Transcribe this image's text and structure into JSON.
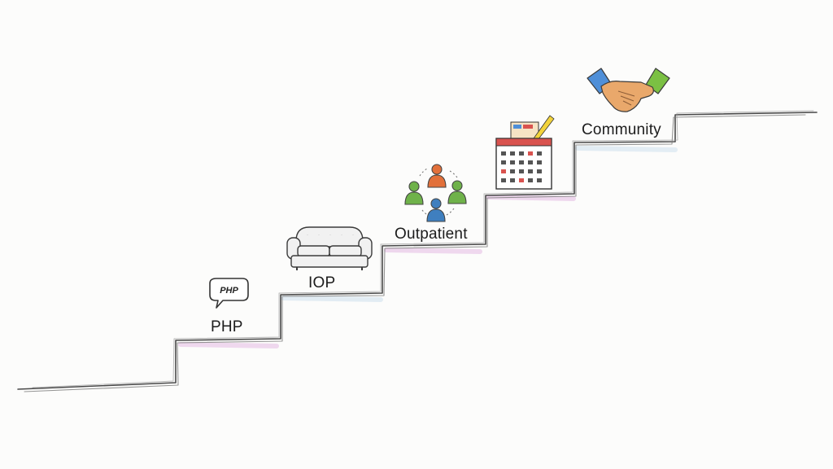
{
  "diagram": {
    "steps": [
      {
        "id": "php",
        "label": "PHP",
        "icon": "speech-bubble-icon",
        "icon_text": "PHP"
      },
      {
        "id": "iop",
        "label": "IOP",
        "icon": "sofa-icon"
      },
      {
        "id": "outpatient",
        "label": "Outpatient",
        "icon": "group-people-icon"
      },
      {
        "id": "calendar",
        "label": "",
        "icon": "calendar-icon"
      },
      {
        "id": "community",
        "label": "Community",
        "icon": "handshake-icon"
      }
    ]
  },
  "colors": {
    "stroke": "#555555",
    "pink_wash": "#e7c6e6",
    "blue_wash": "#cfe3ee",
    "calendar_red": "#d9534f",
    "pencil_yellow": "#f2d33c",
    "person_orange": "#e2703a",
    "person_green": "#6fb24a",
    "person_blue": "#3f7fbf",
    "sleeve_blue": "#4f8fd8",
    "sleeve_green": "#7bc043",
    "skin": "#e9a86b"
  }
}
